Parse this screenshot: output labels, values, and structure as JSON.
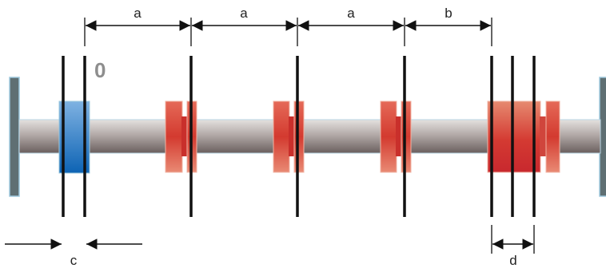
{
  "labels": {
    "a1": "a",
    "a2": "a",
    "a3": "a",
    "b": "b",
    "c": "c",
    "d": "d",
    "zero": "0"
  },
  "colors": {
    "shaft_light": "#e3e0de",
    "shaft_dark": "#6f6463",
    "support": "#5f6f73",
    "support_outline": "#9dc9de",
    "blue_light": "#79aee0",
    "blue_dark": "#1f68b0",
    "red_light": "#e7735f",
    "red_mid": "#cc2f2a",
    "red_dark": "#b8282a",
    "line": "#111111"
  }
}
